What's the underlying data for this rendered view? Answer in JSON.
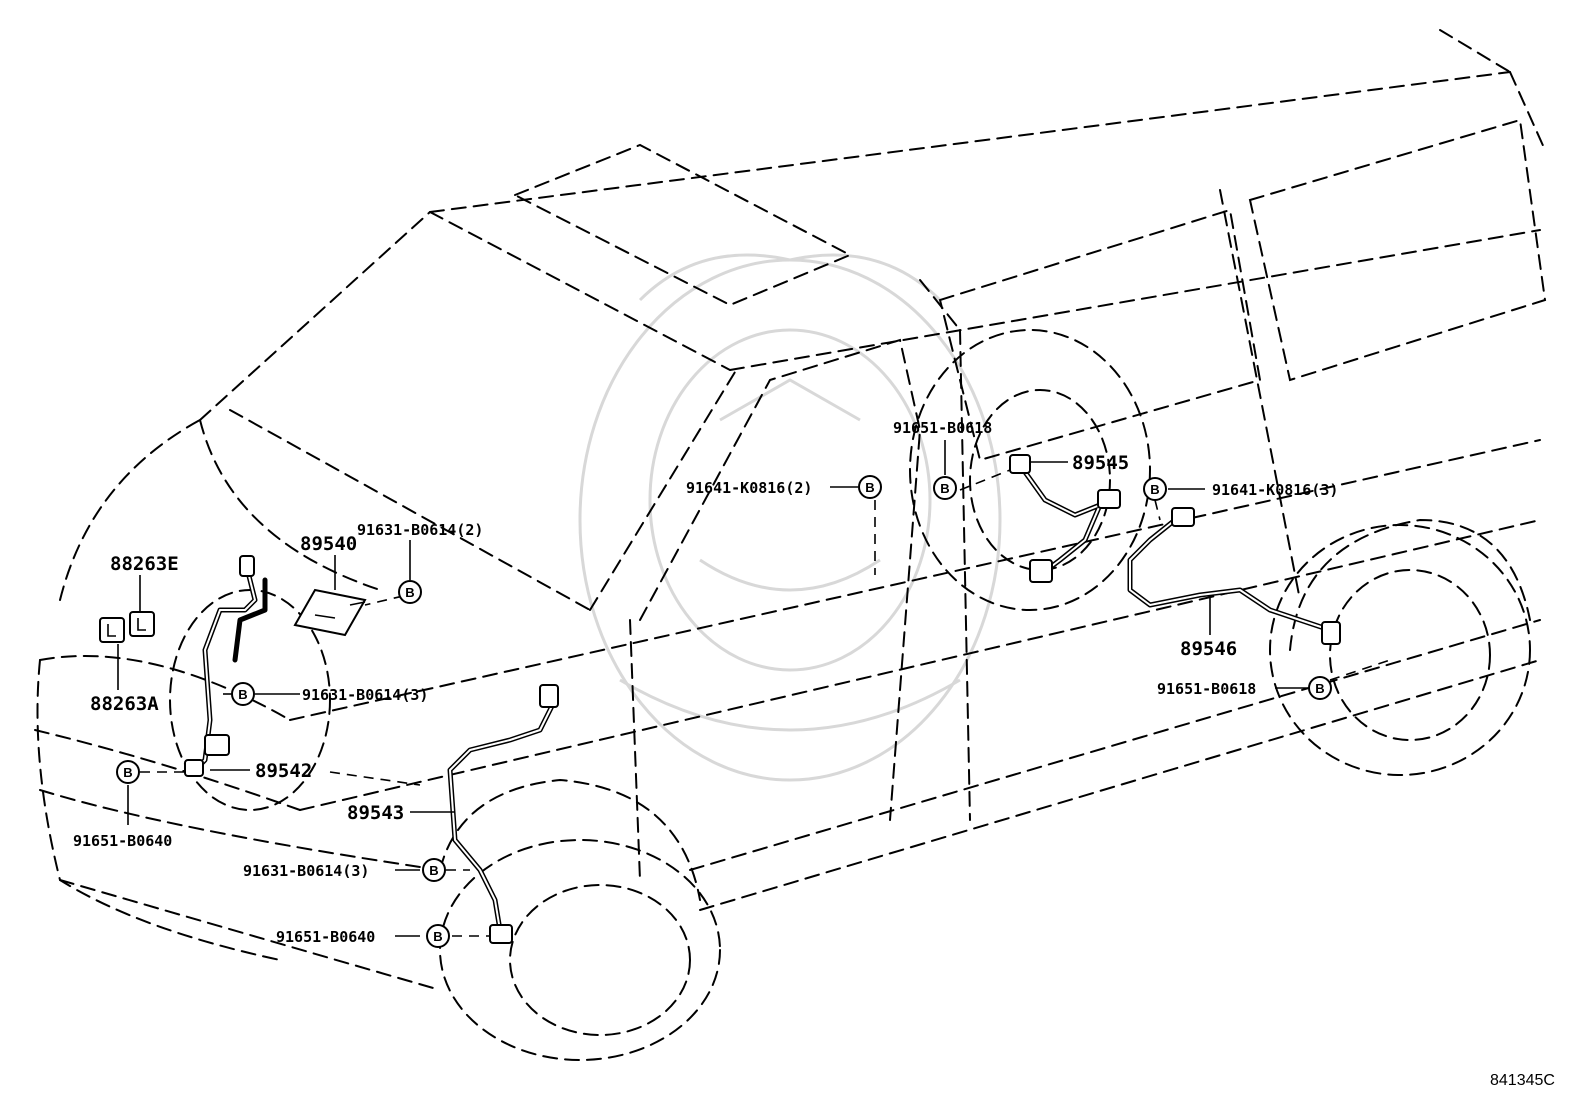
{
  "diagram": {
    "figure_id": "841345C",
    "bolt_symbol": "B",
    "labels": {
      "p88263E": "88263E",
      "p88263A": "88263A",
      "p89540": "89540",
      "p89542": "89542",
      "p89543": "89543",
      "p89545": "89545",
      "p89546": "89546",
      "f91631_2": "91631-B0614(2)",
      "f91631_3a": "91631-B0614(3)",
      "f91631_3b": "91631-B0614(3)",
      "f91651_b0640a": "91651-B0640",
      "f91651_b0640b": "91651-B0640",
      "f91651_b0618a": "91651-B0618",
      "f91651_b0618b": "91651-B0618",
      "f91641_2": "91641-K0816(2)",
      "f91641_3": "91641-K0816(3)"
    }
  }
}
